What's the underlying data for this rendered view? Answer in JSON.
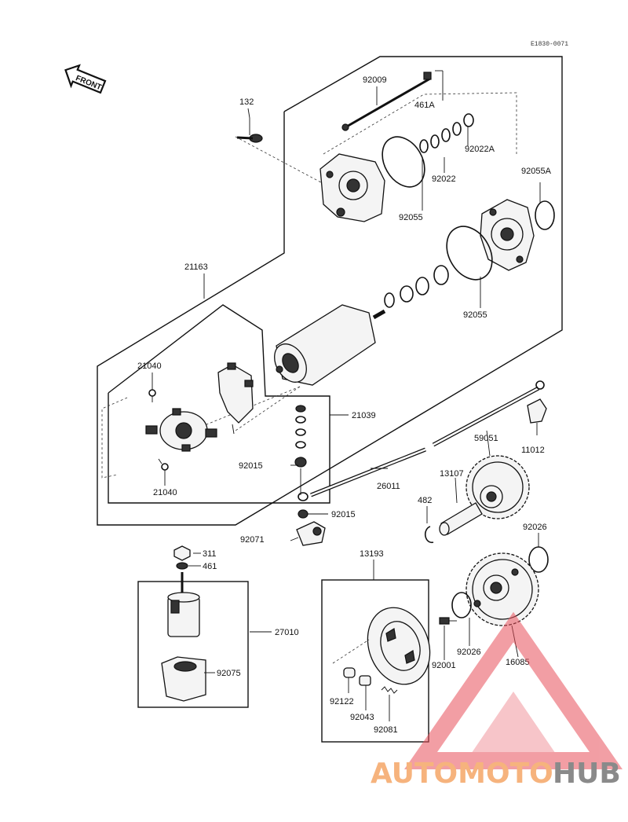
{
  "drawing_code": "E1830-0071",
  "front_label": "FRONT",
  "part_numbers": {
    "p92009": "92009",
    "p461A": "461A",
    "p132": "132",
    "p92022A": "92022A",
    "p92022": "92022",
    "p92055A": "92055A",
    "p92055_top": "92055",
    "p92055_mid": "92055",
    "p21163": "21163",
    "p21040_top": "21040",
    "p21040_bot": "21040",
    "p21039": "21039",
    "p92015_a": "92015",
    "p92015_b": "92015",
    "p11012": "11012",
    "p59051": "59051",
    "p26011": "26011",
    "p13107": "13107",
    "p482": "482",
    "p92071": "92071",
    "p92026_a": "92026",
    "p92026_b": "92026",
    "p311": "311",
    "p461": "461",
    "p13193": "13193",
    "p27010": "27010",
    "p92075": "92075",
    "p92001": "92001",
    "p16085": "16085",
    "p92122": "92122",
    "p92043": "92043",
    "p92081": "92081"
  },
  "watermark": {
    "part1": "AUTOMOTO",
    "part2": "HUB",
    "color_accent": "#f6b37d",
    "color_gray": "#8a8a8a",
    "color_triangle": "#e8505b"
  }
}
